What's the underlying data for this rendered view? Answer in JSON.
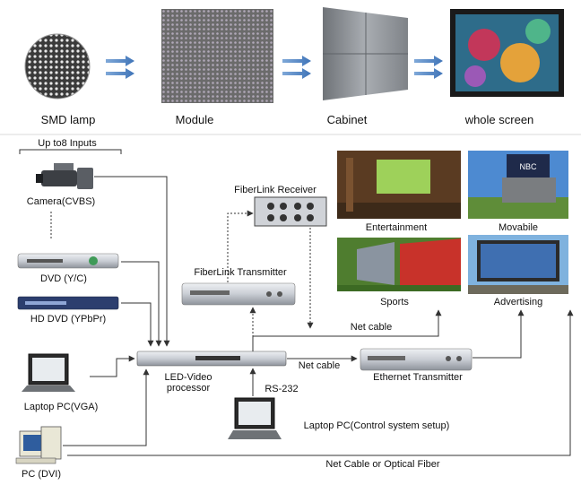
{
  "pipeline": {
    "stage1": "SMD lamp",
    "stage2": "Module",
    "stage3": "Cabinet",
    "stage4": "whole screen"
  },
  "inputs": {
    "header": "Up to8 Inputs",
    "camera": "Camera(CVBS)",
    "dvd": "DVD  (Y/C)",
    "hddvd": "HD DVD  (YPbPr)",
    "laptop_vga": "Laptop PC(VGA)",
    "pc_dvi": "PC (DVI)"
  },
  "devices": {
    "fiberlink_receiver": "FiberLink Receiver",
    "fiberlink_transmitter": "FiberLink Transmitter",
    "processor_line1": "LED-Video",
    "processor_line2": "processor",
    "ethernet_transmitter": "Ethernet Transmitter",
    "rs232": "RS-232",
    "control_laptop": "Laptop PC(Control system setup)"
  },
  "links": {
    "net_cable_upper": "Net cable",
    "net_cable_lower": "Net cable",
    "bottom": "Net Cable or Optical  Fiber"
  },
  "applications": {
    "entertainment": "Entertainment",
    "movabile": "Movabile",
    "sports": "Sports",
    "advertising": "Advertising",
    "nbc_logo": "NBC"
  },
  "colors": {
    "arrow_blue": "#4f86c6",
    "line": "#333333",
    "device_silver": "#c9cdd4",
    "device_dark": "#2b2e33",
    "screen_blue": "#3a5fa8"
  }
}
